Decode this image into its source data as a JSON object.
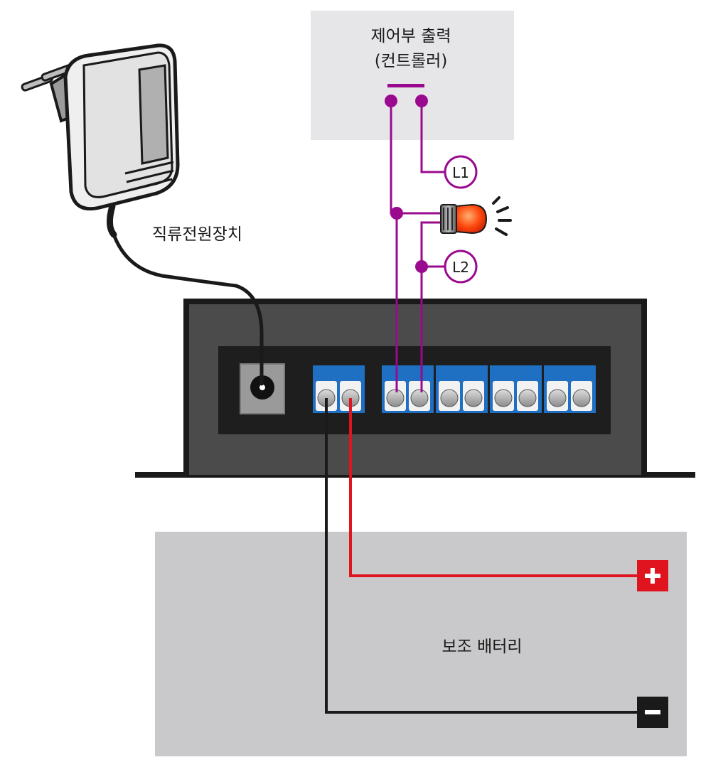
{
  "controller": {
    "title": "제어부 출력",
    "subtitle": "(컨트롤러)"
  },
  "adapter": {
    "label": "직류전원장치"
  },
  "battery": {
    "label": "보조 배터리",
    "plus": "+",
    "minus": "−"
  },
  "loads": {
    "l1": "L1",
    "l2": "L2"
  },
  "colors": {
    "wire_signal": "#9a0a8e",
    "wire_positive": "#e0141e",
    "wire_negative": "#1a1a1a",
    "terminal_blue": "#1f6fc2",
    "controller_bg": "#e6e6e8",
    "battery_bg": "#c9c9cb",
    "case_outer": "#222222",
    "case_inner": "#4a4a4a",
    "lamp": "#ff4a10"
  }
}
